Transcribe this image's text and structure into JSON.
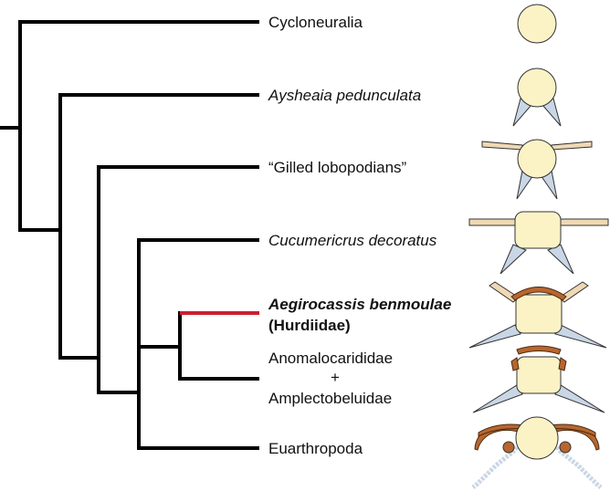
{
  "colors": {
    "branch": "#000000",
    "highlight_branch": "#cc1f2f",
    "highlight_text": "#cc1f2f",
    "body_fill": "#fbf3c6",
    "spine_fill": "#c9d6e6",
    "limb_fill": "#efd9b4",
    "flap_fill": "#b8662e"
  },
  "taxa": [
    {
      "id": "cycloneuralia",
      "label": "Cycloneuralia",
      "italic": false,
      "highlight": false
    },
    {
      "id": "aysheaia",
      "label": "Aysheaia pedunculata",
      "italic": true,
      "highlight": false
    },
    {
      "id": "gilled",
      "label": "“Gilled lobopodians”",
      "italic": false,
      "highlight": false
    },
    {
      "id": "cucumericrus",
      "label": "Cucumericrus decoratus",
      "italic": true,
      "highlight": false
    },
    {
      "id": "aegirocassis",
      "label": "Aegirocassis benmoulae",
      "sublabel": "(Hurdiidae)",
      "italic": true,
      "highlight": true
    },
    {
      "id": "anomalo",
      "label": "Anomalocarididae",
      "plus": "+",
      "sublabel": "Amplectobeluidae",
      "italic": false,
      "highlight": false
    },
    {
      "id": "euarthropoda",
      "label": "Euarthropoda",
      "italic": false,
      "highlight": false
    }
  ]
}
